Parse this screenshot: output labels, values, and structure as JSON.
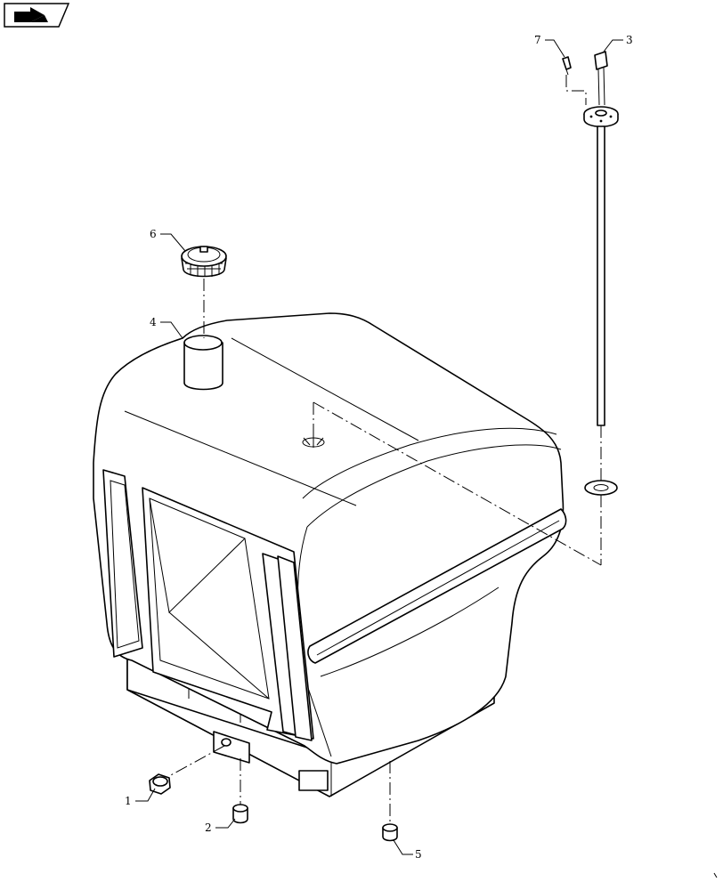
{
  "nav": {
    "icon": "return-arrow-icon"
  },
  "callouts": {
    "c1": "1",
    "c2": "2",
    "c3": "3",
    "c4": "4",
    "c5": "5",
    "c6": "6",
    "c7": "7"
  },
  "colors": {
    "line": "#000000",
    "background": "#ffffff"
  }
}
